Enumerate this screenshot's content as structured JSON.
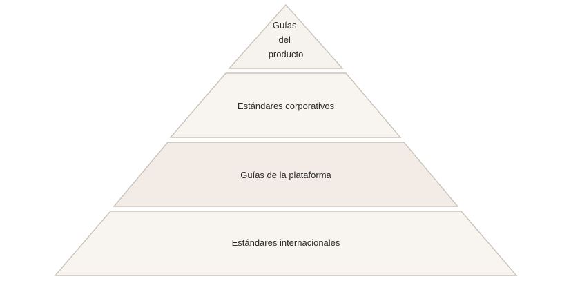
{
  "diagram": {
    "type": "pyramid",
    "tiers": [
      {
        "label_lines": [
          "Guías",
          "del",
          "producto"
        ],
        "fill": "#f6f3ee"
      },
      {
        "label_lines": [
          "Estándares corporativos"
        ],
        "fill": "#f8f5f0"
      },
      {
        "label_lines": [
          "Guías de la plataforma"
        ],
        "fill": "#f3ebe5"
      },
      {
        "label_lines": [
          "Estándares internacionales"
        ],
        "fill": "#f8f5f0"
      }
    ],
    "colors": {
      "outline": "#c9c2bb",
      "text": "#2b2b2b"
    }
  }
}
